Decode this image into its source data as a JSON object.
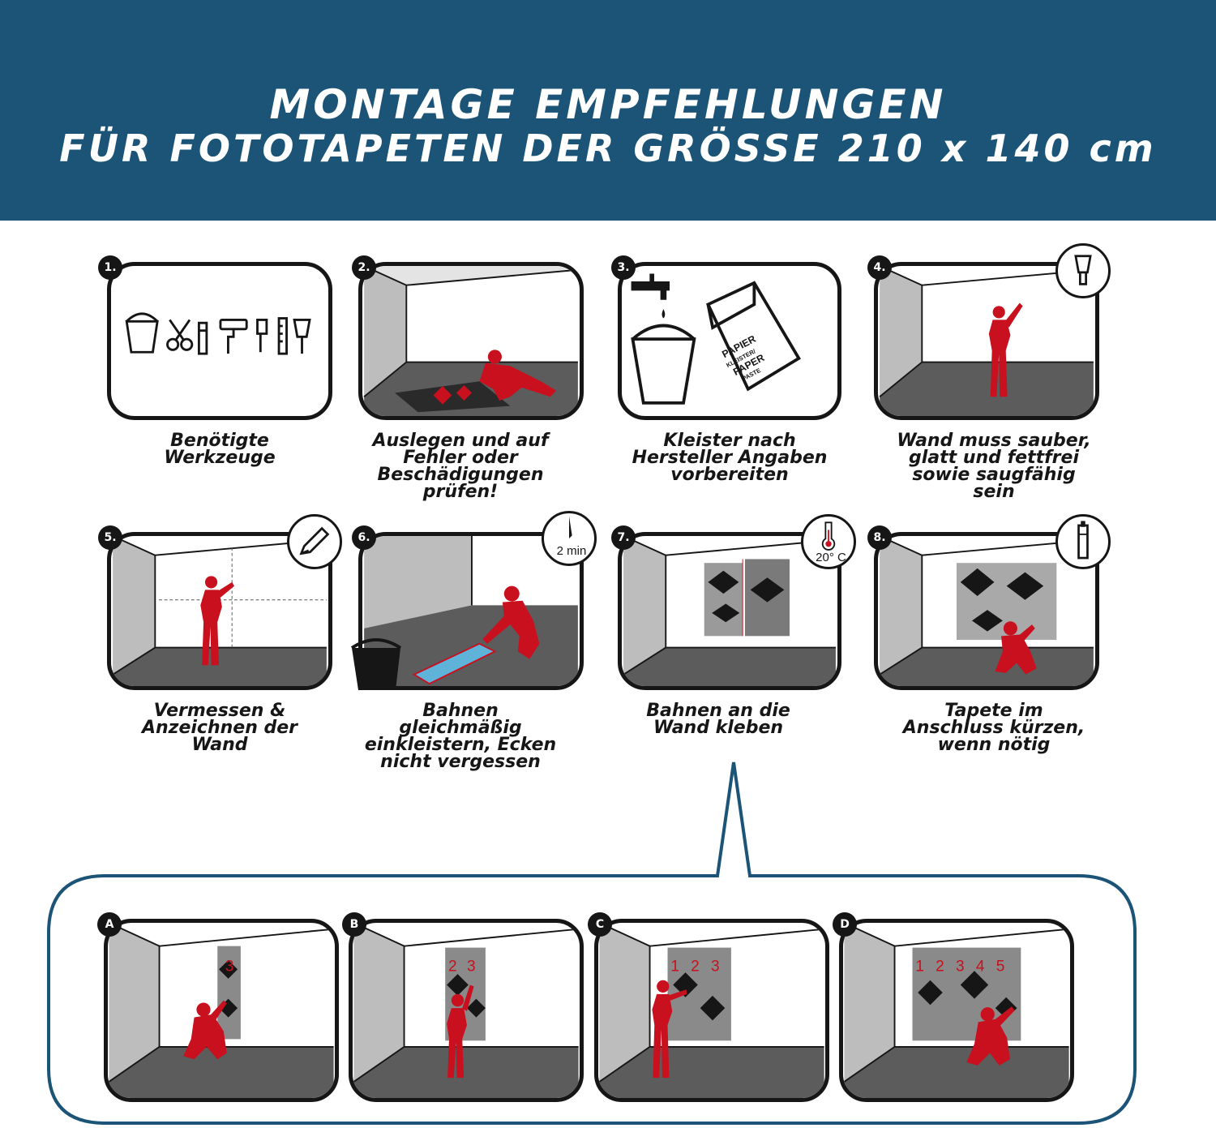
{
  "header": {
    "line1": "MONTAGE  EMPFEHLUNGEN",
    "line2": "FÜR FOTOTAPETEN DER GRÖSSE 210 x 140 cm"
  },
  "colors": {
    "header_bg": "#1b5477",
    "figure": "#c8101e",
    "outline": "#161616",
    "wall_grey": "#bdbdbd",
    "floor_grey": "#5c5c5c"
  },
  "steps": [
    {
      "badge": "1.",
      "caption": [
        "Benötigte",
        "Werkzeuge"
      ],
      "icon": "tools-icon"
    },
    {
      "badge": "2.",
      "caption": [
        "Auslegen und auf",
        "Fehler oder",
        "Beschädigungen",
        "prüfen!"
      ],
      "icon": "inspect-icon"
    },
    {
      "badge": "3.",
      "caption": [
        "Kleister nach",
        "Hersteller Angaben",
        "vorbereiten"
      ],
      "icon": "paste-icon",
      "package_lines": [
        "PAPIER",
        "KLEISTER/",
        "PAPER",
        "PASTE"
      ]
    },
    {
      "badge": "4.",
      "caption": [
        "Wand muss sauber,",
        "glatt und fettfrei",
        "sowie saugfähig",
        "sein"
      ],
      "icon": "spatula-icon"
    },
    {
      "badge": "5.",
      "caption": [
        "Vermessen &",
        "Anzeichnen der",
        "Wand"
      ],
      "icon": "pencil-icon"
    },
    {
      "badge": "6.",
      "caption": [
        "Bahnen",
        "gleichmäßig",
        "einkleistern, Ecken",
        "nicht vergessen"
      ],
      "icon": "timer-icon",
      "timer": "2 min"
    },
    {
      "badge": "7.",
      "caption": [
        "Bahnen an die",
        "Wand kleben"
      ],
      "icon": "thermometer-icon",
      "temperature": "20° C"
    },
    {
      "badge": "8.",
      "caption": [
        "Tapete im",
        "Anschluss kürzen,",
        "wenn nötig"
      ],
      "icon": "cutter-icon"
    }
  ],
  "substeps": [
    {
      "badge": "A",
      "numbers": [
        "3"
      ]
    },
    {
      "badge": "B",
      "numbers": [
        "2",
        "3"
      ]
    },
    {
      "badge": "C",
      "numbers": [
        "1",
        "2",
        "3"
      ]
    },
    {
      "badge": "D",
      "numbers": [
        "1",
        "2",
        "3",
        "4",
        "5"
      ]
    }
  ]
}
